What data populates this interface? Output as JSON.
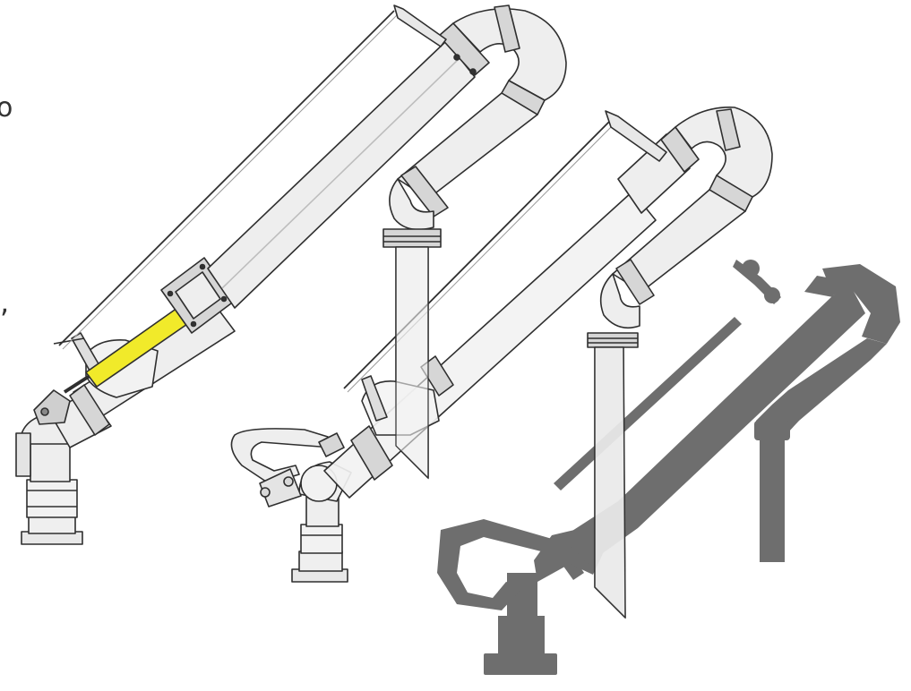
{
  "edge_text": {
    "glyph_top": "o",
    "glyph_mid": ","
  },
  "colors": {
    "background": "#ffffff",
    "outline": "#2f2f2f",
    "pipe_fill": "#eeeeee",
    "pipe_fill_light": "#f2f2f2",
    "flange_fill": "#d6d6d6",
    "cylinder_yellow": "#f1ea2a",
    "ghost_pipe": "#e4e4e4",
    "silhouette": "#6e6e6e"
  },
  "icons": {
    "arm_one": "loading-arm-with-hydraulic-cylinder",
    "arm_two": "loading-arm-with-counterweight-loop",
    "arm_three": "loading-arm-translucent-overlay",
    "arm_four": "loading-arm-silhouette-shadow"
  }
}
